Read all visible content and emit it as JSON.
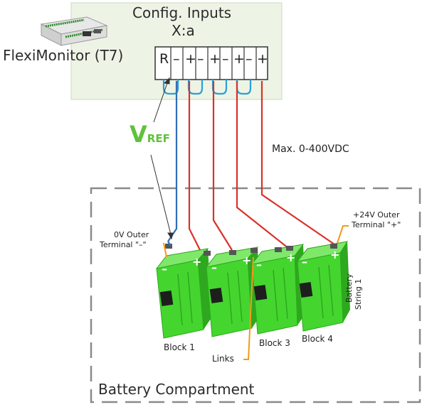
{
  "device": {
    "name": "FlexiMonitor (T7)",
    "config_title": "Config. Inputs",
    "config_sub": "X:a",
    "terminals": [
      "R",
      "–",
      "+",
      "–",
      "+",
      "–",
      "+",
      "–",
      "+"
    ]
  },
  "vref": {
    "main": "V",
    "sub": "REF"
  },
  "max_label": "Max. 0-400VDC",
  "outer_neg": {
    "line1": "0V Outer",
    "line2": "Terminal \"–\""
  },
  "outer_pos": {
    "line1": "+24V Outer",
    "line2": "Terminal \"+\""
  },
  "string_label": {
    "line1": "Battery",
    "line2": "String 1"
  },
  "blocks": [
    "Block 1",
    "Block 3",
    "Block 4"
  ],
  "links_label": "Links",
  "compartment_label": "Battery Compartment",
  "colors": {
    "panel_bg": "#edf4e6",
    "panel_border": "#c9dabd",
    "battery": "#44d62f",
    "battery_dark": "#2ea81e",
    "red_wire": "#d9322a",
    "blue_wire": "#2f6fb8",
    "cyan_clip": "#2b9fd6",
    "orange": "#f39a1e",
    "green_text": "#5fc23a",
    "dash": "#8a8a8a"
  }
}
